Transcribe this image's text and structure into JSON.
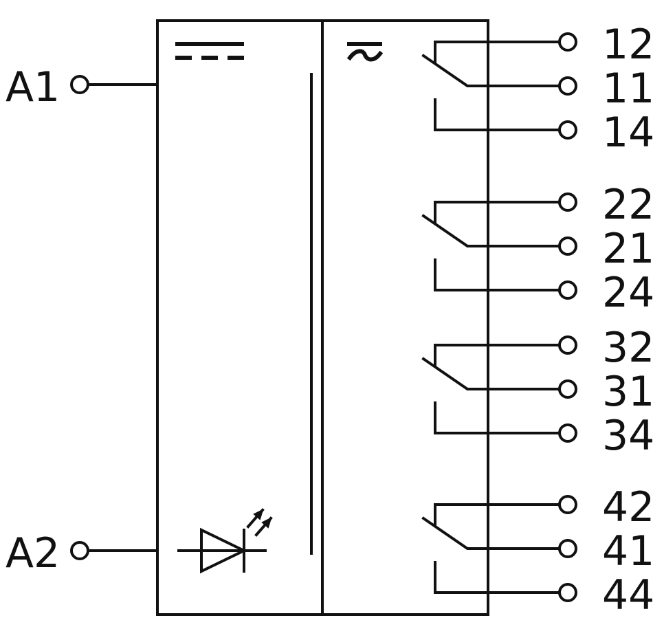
{
  "diagram": {
    "coil_terminals": [
      {
        "label": "A1"
      },
      {
        "label": "A2"
      }
    ],
    "supply_symbol": "dc",
    "contact_supply_symbol": "ac-dc",
    "indicator": "led",
    "contact_groups": [
      {
        "nc": "12",
        "com": "11",
        "no": "14"
      },
      {
        "nc": "22",
        "com": "21",
        "no": "24"
      },
      {
        "nc": "32",
        "com": "31",
        "no": "34"
      },
      {
        "nc": "42",
        "com": "41",
        "no": "44"
      }
    ],
    "colors": {
      "line": "#111111",
      "background": "#ffffff"
    }
  }
}
